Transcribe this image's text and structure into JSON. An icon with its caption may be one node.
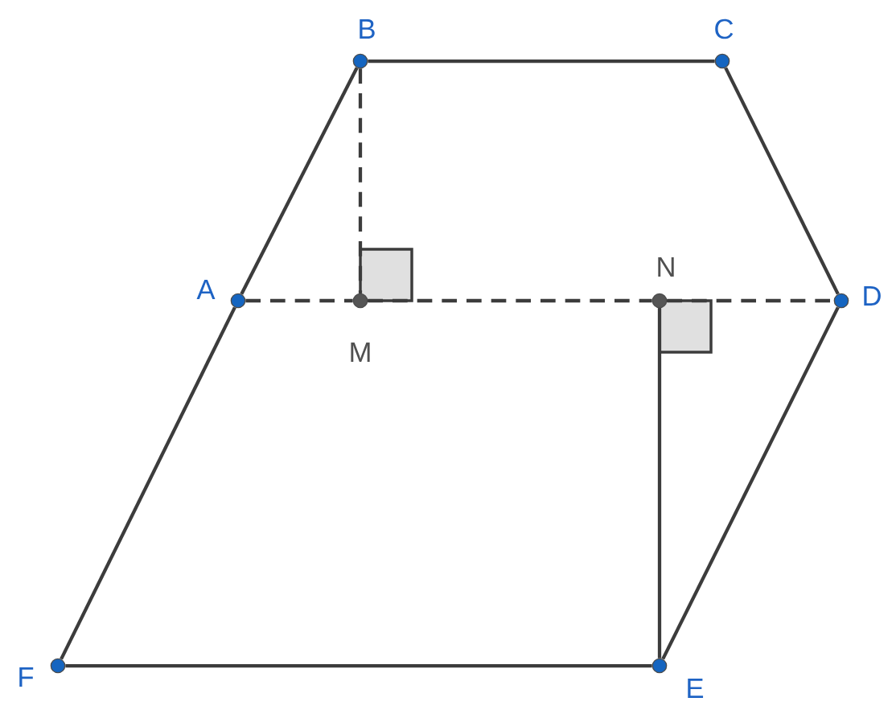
{
  "diagram": {
    "nodes": [
      {
        "text": [
          "B"
        ]
      },
      {
        "text": [
          "C"
        ]
      },
      {
        "text": [
          "A"
        ]
      },
      {
        "text": [
          "M"
        ]
      },
      {
        "text": [
          "N"
        ]
      },
      {
        "text": [
          "D"
        ]
      },
      {
        "text": [
          "F"
        ]
      },
      {
        "text": [
          "E"
        ]
      }
    ],
    "edges": [
      {
        "from": 2,
        "to": 0,
        "arrow": "none"
      },
      {
        "from": 0,
        "to": 1,
        "arrow": "none"
      },
      {
        "from": 1,
        "to": 5,
        "arrow": "none"
      },
      {
        "from": 5,
        "to": 7,
        "arrow": "none"
      },
      {
        "from": 7,
        "to": 6,
        "arrow": "none"
      },
      {
        "from": 6,
        "to": 2,
        "arrow": "none"
      },
      {
        "from": 0,
        "to": 3,
        "arrow": "none",
        "style": "dashed"
      },
      {
        "from": 2,
        "to": 3,
        "arrow": "none",
        "style": "dashed"
      },
      {
        "from": 3,
        "to": 4,
        "arrow": "none",
        "style": "dashed"
      },
      {
        "from": 4,
        "to": 5,
        "arrow": "none",
        "style": "dashed"
      },
      {
        "from": 4,
        "to": 7,
        "arrow": "none"
      }
    ]
  }
}
